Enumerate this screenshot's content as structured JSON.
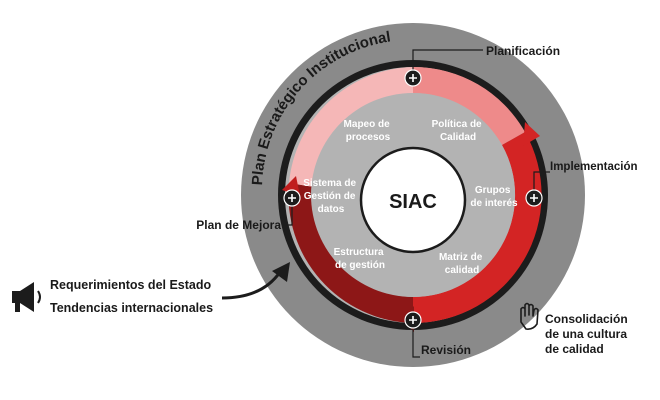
{
  "center": {
    "label": "SIAC"
  },
  "outer_ring_label": "Plan Estratégico Institucional",
  "cycle_stages": {
    "planificacion": "Planificación",
    "implementacion": "Implementación",
    "revision": "Revisión",
    "plan_mejora": "Plan de Mejora"
  },
  "components": {
    "mapeo": [
      "Mapeo de",
      "procesos"
    ],
    "politica": [
      "Política de",
      "Calidad"
    ],
    "grupos": [
      "Grupos",
      "de interés"
    ],
    "matriz": [
      "Matriz de",
      "calidad"
    ],
    "estructura": [
      "Estructura",
      "de gestión"
    ],
    "sistema": [
      "Sistema de",
      "Gestión de",
      "datos"
    ]
  },
  "inputs": {
    "line1": "Requerimientos del Estado",
    "line2": "Tendencias internacionales"
  },
  "consolidacion": [
    "Consolidación",
    "de una cultura",
    "de calidad"
  ],
  "colors": {
    "outer_ring": "#8a8a8a",
    "inner_disc": "#b3b3b3",
    "center": "#ffffff",
    "dark_ring": "#1c1c1c",
    "arc_light": "#f5b7b7",
    "arc_mid": "#ee7474",
    "arc_red": "#d32424",
    "arc_dark": "#8d1717"
  },
  "icons": [
    "megaphone-icon",
    "plus-icon",
    "arrow-icon",
    "hand-icon"
  ]
}
